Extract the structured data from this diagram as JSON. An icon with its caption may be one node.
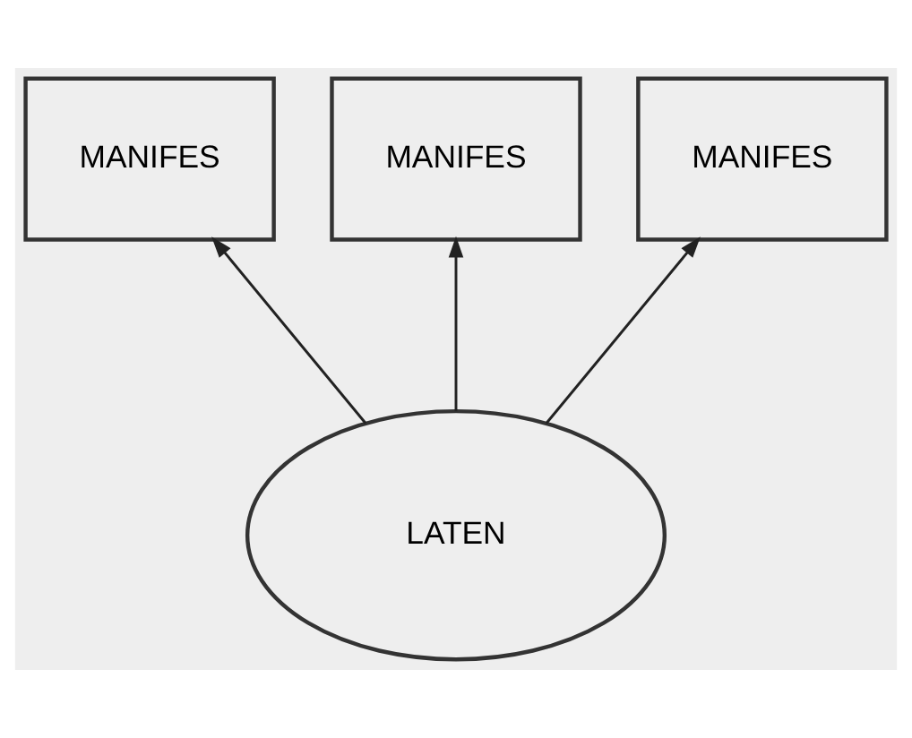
{
  "diagram": {
    "nodes": [
      {
        "text": [
          "MANIFES"
        ]
      },
      {
        "text": [
          "MANIFES"
        ]
      },
      {
        "text": [
          "MANIFES"
        ]
      },
      {
        "text": [
          "LATEN"
        ]
      }
    ],
    "edges": [
      {
        "from": 3,
        "to": 0,
        "arrow": "to"
      },
      {
        "from": 3,
        "to": 1,
        "arrow": "to"
      },
      {
        "from": 3,
        "to": 2,
        "arrow": "to"
      }
    ]
  }
}
